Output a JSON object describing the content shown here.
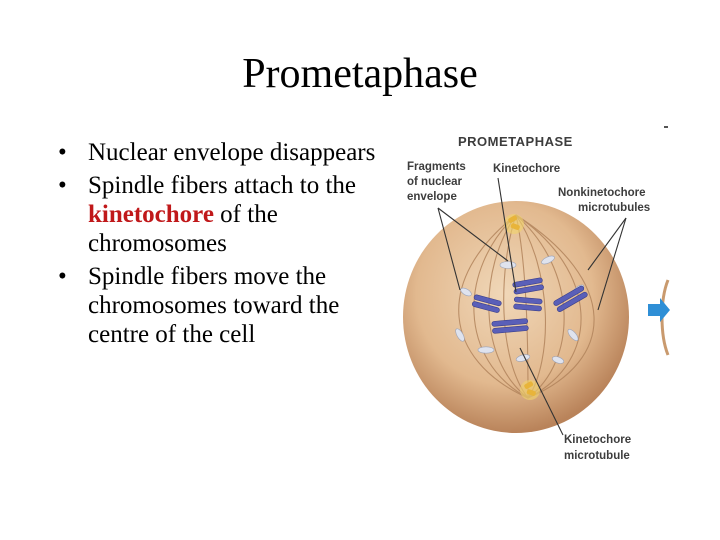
{
  "slide": {
    "title": "Prometaphase",
    "bullets": [
      {
        "text": "Nuclear envelope disappears"
      },
      {
        "before": "Spindle fibers attach to the ",
        "highlight": "kinetochore",
        "after": " of the chromosomes"
      },
      {
        "text": "Spindle fibers move the chromosomes toward the centre of the cell"
      }
    ]
  },
  "diagram": {
    "header": "PROMETAPHASE",
    "labels": {
      "fragments_line1": "Fragments",
      "fragments_line2": "of nuclear",
      "fragments_line3": "envelope",
      "kinetochore": "Kinetochore",
      "nonkinetochore_line1": "Nonkinetochore",
      "nonkinetochore_line2": "microtubules",
      "kinetochore_mt_line1": "Kinetochore",
      "kinetochore_mt_line2": "microtubule"
    }
  },
  "colors": {
    "highlight": "#c0181a",
    "cell": "#e2b98f",
    "chromosome": "#5a5fb8",
    "arrow": "#2f8fd6"
  }
}
